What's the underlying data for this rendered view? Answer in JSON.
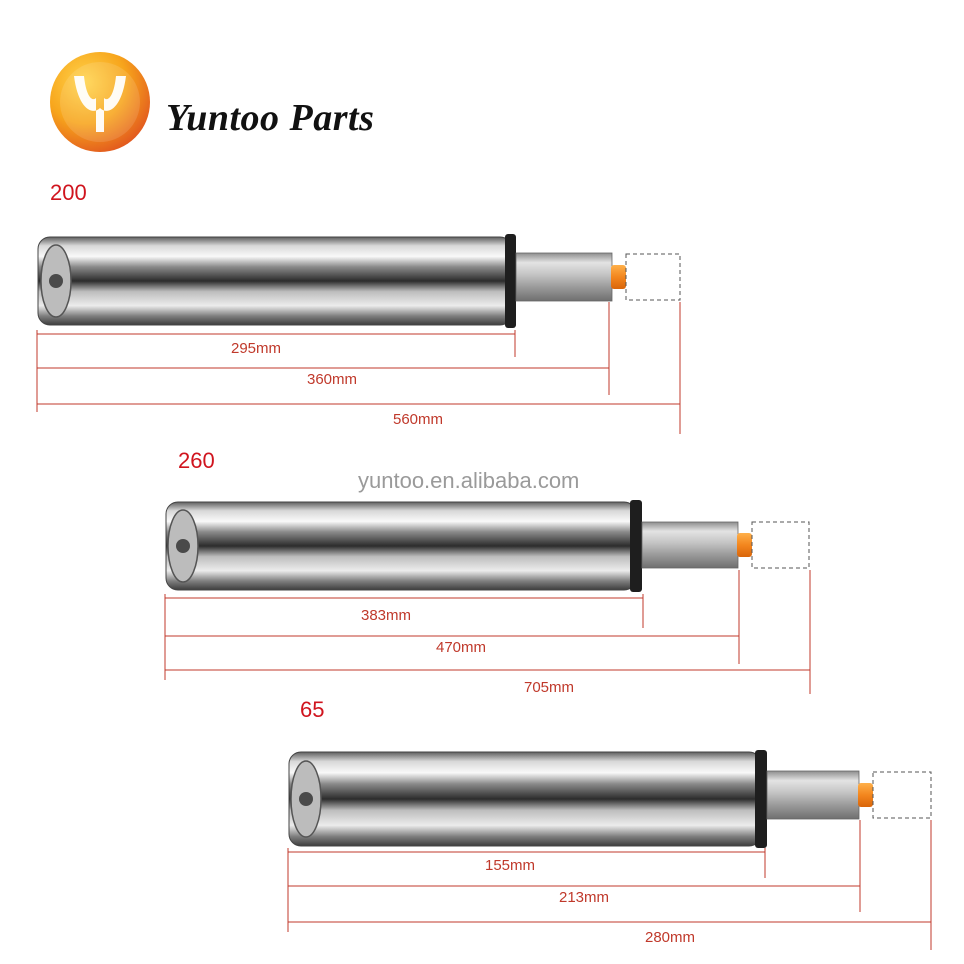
{
  "brand": {
    "name": "Yuntoo Parts",
    "logo_icon": "yuntoo-y-logo-icon",
    "logo_colors": [
      "#f7a51c",
      "#e2591e"
    ]
  },
  "watermark": "yuntoo.en.alibaba.com",
  "accent_color": "#c0392b",
  "cylinders": [
    {
      "caption": "200",
      "dimensions": {
        "body": "295mm",
        "compressed": "360mm",
        "extended": "560mm"
      }
    },
    {
      "caption": "260",
      "dimensions": {
        "body": "383mm",
        "compressed": "470mm",
        "extended": "705mm"
      }
    },
    {
      "caption": "65",
      "dimensions": {
        "body": "155mm",
        "compressed": "213mm",
        "extended": "280mm"
      }
    }
  ]
}
